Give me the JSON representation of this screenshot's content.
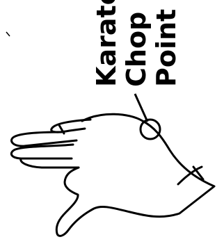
{
  "annotation": {
    "lines": [
      "Karate",
      "Chop",
      "Point"
    ]
  },
  "colors": {
    "ink": "#000000",
    "background": "#ffffff"
  },
  "icon": "hand-side-view-icon"
}
